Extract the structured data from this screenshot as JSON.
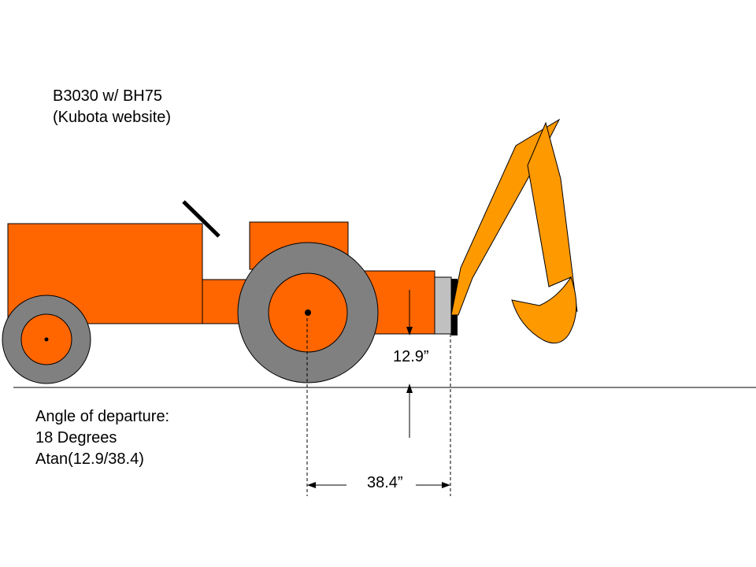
{
  "title": {
    "line1": "B3030 w/ BH75",
    "line2": "(Kubota website)"
  },
  "measurements": {
    "height_label": "12.9”",
    "distance_label": "38.4”"
  },
  "note": {
    "line1": "Angle of departure:",
    "line2": "18 Degrees",
    "line3": "Atan(12.9/38.4)"
  },
  "colors": {
    "body": "#ff6600",
    "tire": "#808080",
    "backhoe": "#ff9900",
    "mount": "#c0c0c0",
    "outline": "#000000"
  }
}
